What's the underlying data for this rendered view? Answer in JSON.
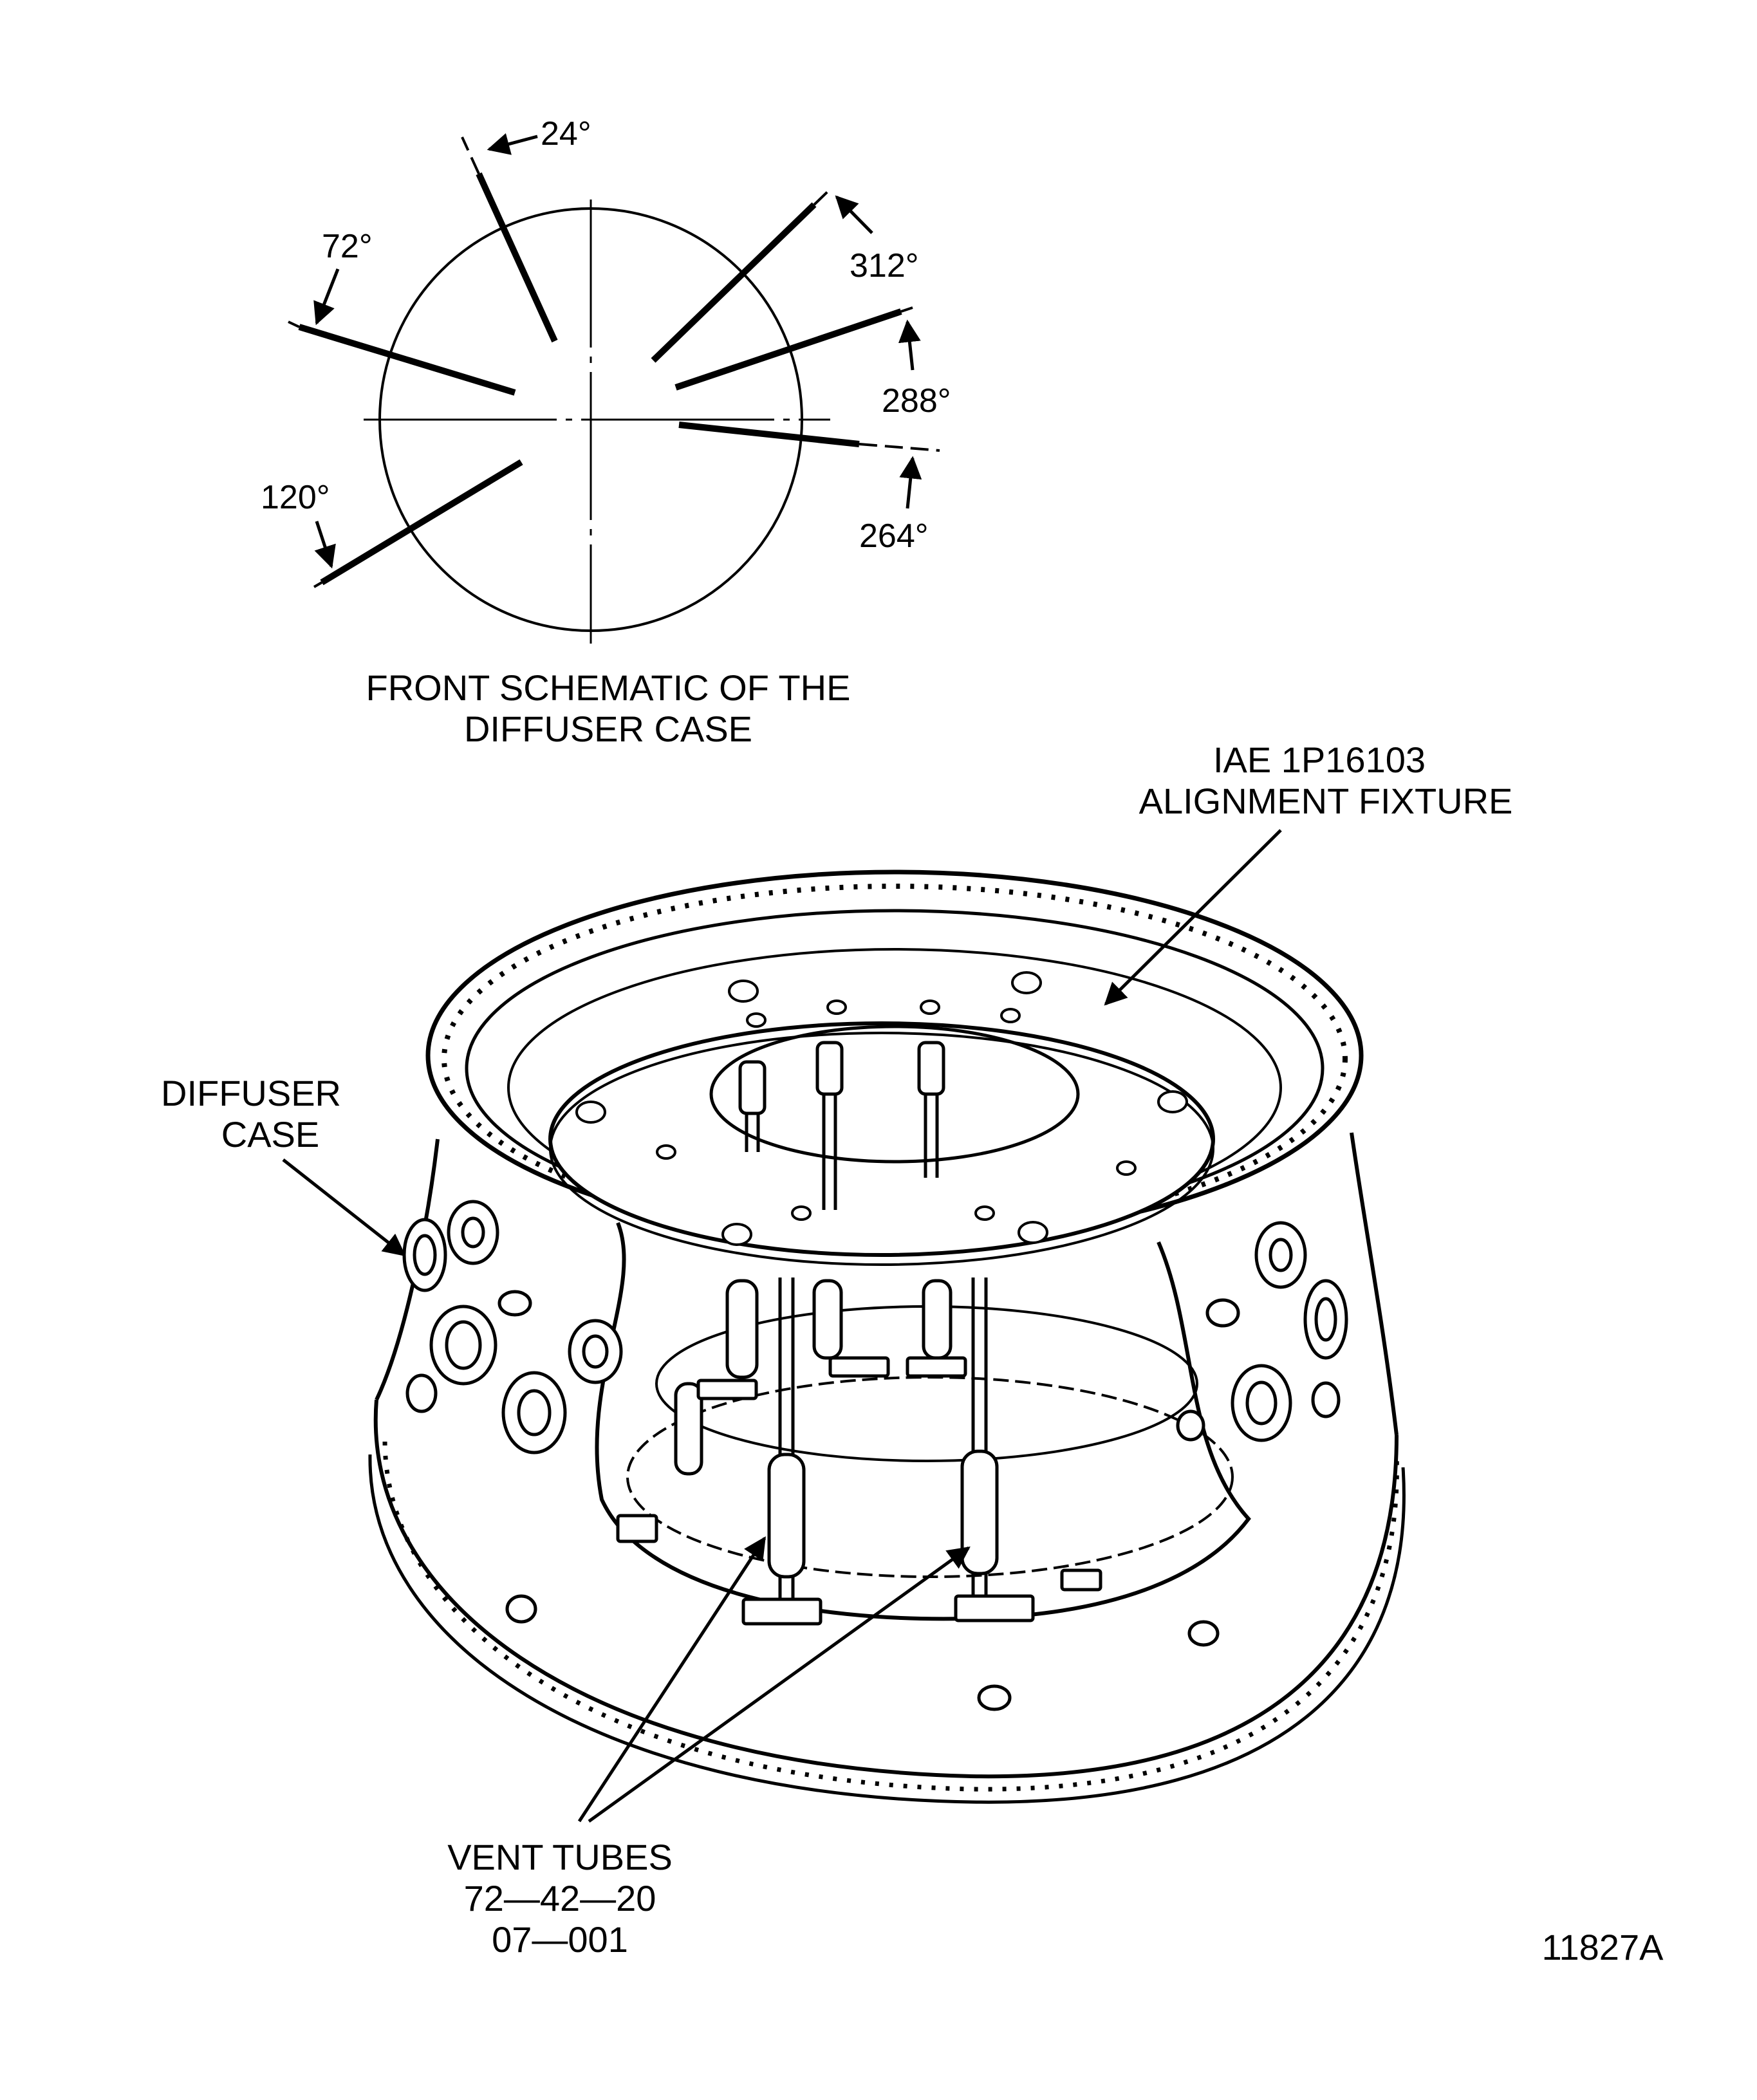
{
  "schematic": {
    "caption_line1": "FRONT SCHEMATIC OF THE",
    "caption_line2": "DIFFUSER CASE",
    "angles": [
      {
        "label": "24°"
      },
      {
        "label": "72°"
      },
      {
        "label": "120°"
      },
      {
        "label": "312°"
      },
      {
        "label": "288°"
      },
      {
        "label": "264°"
      }
    ]
  },
  "callouts": {
    "fixture_line1": "IAE 1P16103",
    "fixture_line2": "ALIGNMENT FIXTURE",
    "diffuser_line1": "DIFFUSER",
    "diffuser_line2": "CASE",
    "vent_line1": "VENT TUBES",
    "vent_line2": "72—42—20",
    "vent_line3": "07—001"
  },
  "figure_number": "11827A"
}
